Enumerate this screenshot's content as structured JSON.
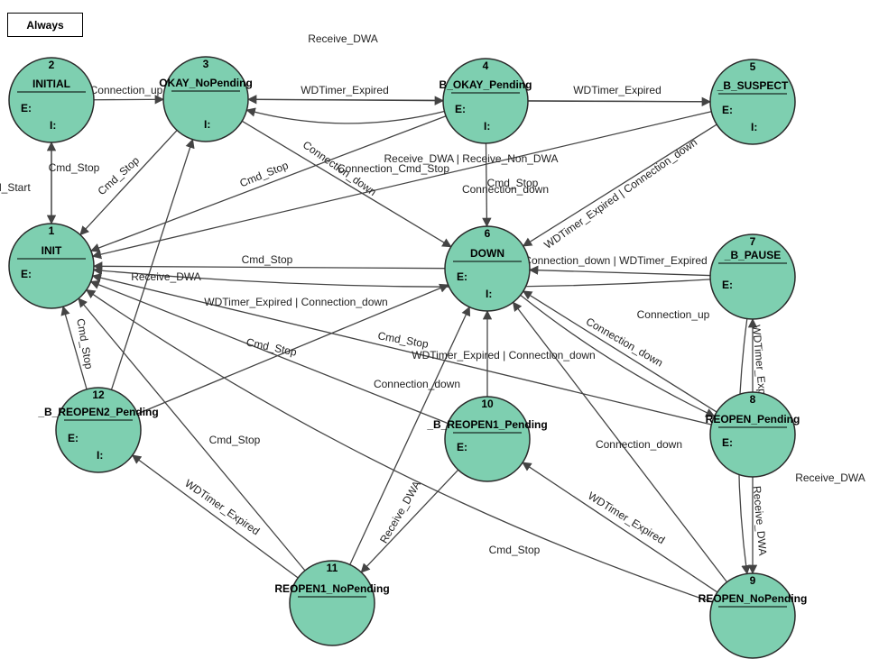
{
  "header": {
    "always_label": "Always"
  },
  "colors": {
    "state_fill": "#7ecfb0",
    "state_stroke": "#2a2a2a",
    "edge": "#444444"
  },
  "states": [
    {
      "id": "2",
      "name": "INITIAL",
      "e": "E:",
      "i": "I:"
    },
    {
      "id": "3",
      "name": "OKAY_NoPending",
      "e": "",
      "i": "I:"
    },
    {
      "id": "4",
      "name": "B_OKAY_Pending",
      "e": "E:",
      "i": "I:"
    },
    {
      "id": "5",
      "name": "_B_SUSPECT",
      "e": "E:",
      "i": "I:"
    },
    {
      "id": "1",
      "name": "INIT",
      "e": "E:",
      "i": ""
    },
    {
      "id": "6",
      "name": "DOWN",
      "e": "E:",
      "i": "I:"
    },
    {
      "id": "7",
      "name": "_B_PAUSE",
      "e": "E:",
      "i": ""
    },
    {
      "id": "12",
      "name": "_B_REOPEN2_Pending",
      "e": "E:",
      "i": "I:"
    },
    {
      "id": "10",
      "name": "_B_REOPEN1_Pending",
      "e": "E:",
      "i": ""
    },
    {
      "id": "8",
      "name": "REOPEN_Pending",
      "e": "E:",
      "i": ""
    },
    {
      "id": "11",
      "name": "REOPEN1_NoPending",
      "e": "",
      "i": ""
    },
    {
      "id": "9",
      "name": "REOPEN_NoPending",
      "e": "",
      "i": ""
    }
  ],
  "transitions": [
    {
      "label": "Connection_up"
    },
    {
      "label": "Receive_DWA"
    },
    {
      "label": "WDTimer_Expired"
    },
    {
      "label": "WDTimer_Expired"
    },
    {
      "label": "Cmd_Stop"
    },
    {
      "label": "Cmd_Start"
    },
    {
      "label": "Cmd_Stop"
    },
    {
      "label": "Cmd_Stop"
    },
    {
      "label": "Connection_down"
    },
    {
      "label": "Receive_DWA | Receive_Non_DWA"
    },
    {
      "label": "Connection_Cmd_Stop"
    },
    {
      "label": "Cmd_Stop"
    },
    {
      "label": "Connection_down"
    },
    {
      "label": "WDTimer_Expired | Connection_down"
    },
    {
      "label": "Cmd_Stop"
    },
    {
      "label": "Connection_down | WDTimer_Expired"
    },
    {
      "label": "Receive_DWA"
    },
    {
      "label": "WDTimer_Expired | Connection_down"
    },
    {
      "label": "Cmd_Stop"
    },
    {
      "label": "Cmd_Stop"
    },
    {
      "label": "Cmd_Stop"
    },
    {
      "label": "WDTimer_Expired | Connection_down"
    },
    {
      "label": "Connection_down"
    },
    {
      "label": "Connection_up"
    },
    {
      "label": "Connection_down"
    },
    {
      "label": "Connection_down"
    },
    {
      "label": "WDTimer_Expire"
    },
    {
      "label": "Receive_DWA"
    },
    {
      "label": "Receive_DWA"
    },
    {
      "label": "Cmd_Stop"
    },
    {
      "label": "WDTimer_Expired"
    },
    {
      "label": "Receive_DWA"
    },
    {
      "label": "WDTimer_Expired"
    },
    {
      "label": "Cmd_Stop"
    },
    {
      "label": "Cmd_Stop"
    },
    {
      "label": "Cmd_Stop"
    }
  ]
}
